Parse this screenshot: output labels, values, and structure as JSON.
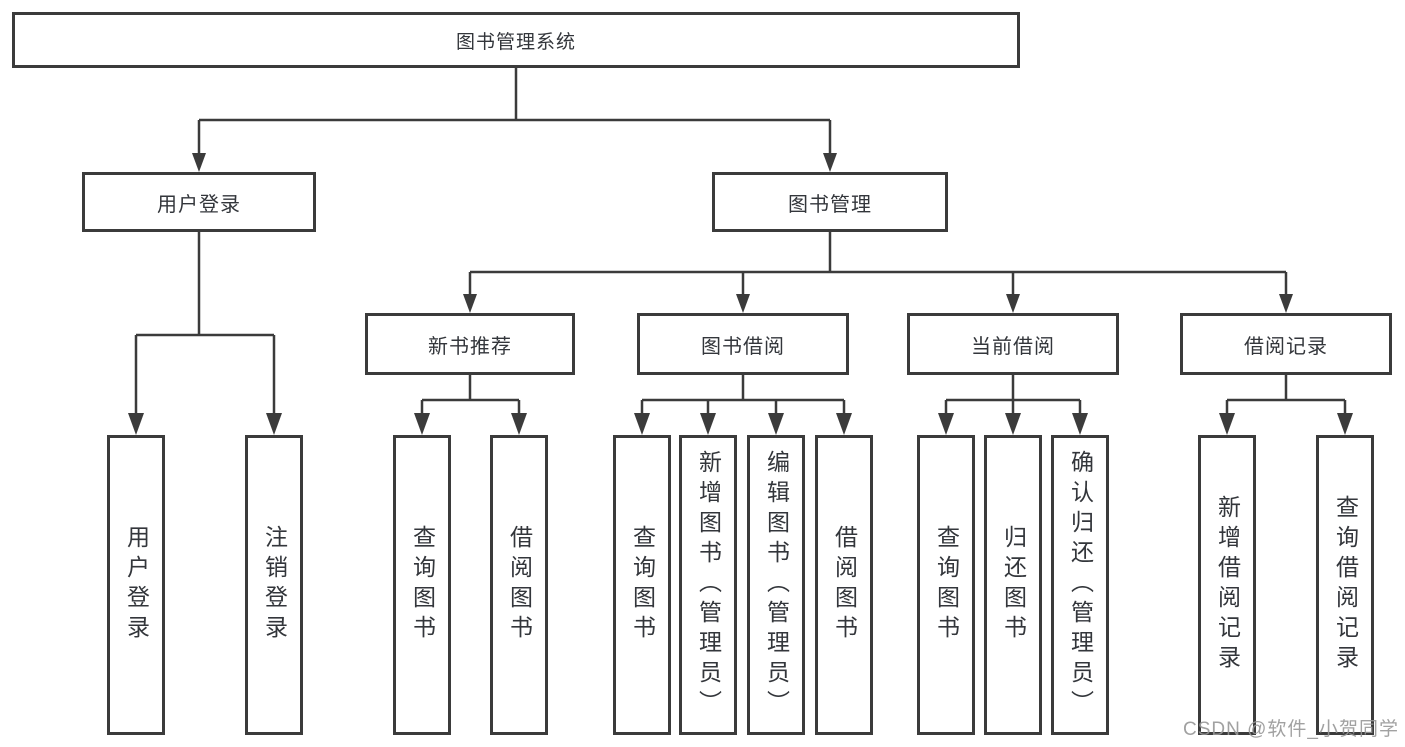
{
  "tree": {
    "root": "图书管理系统",
    "children": [
      {
        "label": "用户登录",
        "children": [
          "用户登录",
          "注销登录"
        ]
      },
      {
        "label": "图书管理",
        "children": [
          {
            "label": "新书推荐",
            "children": [
              "查询图书",
              "借阅图书"
            ]
          },
          {
            "label": "图书借阅",
            "children": [
              "查询图书",
              "新增图书（管理员）",
              "编辑图书（管理员）",
              "借阅图书"
            ]
          },
          {
            "label": "当前借阅",
            "children": [
              "查询图书",
              "归还图书",
              "确认归还（管理员）"
            ]
          },
          {
            "label": "借阅记录",
            "children": [
              "新增借阅记录",
              "查询借阅记录"
            ]
          }
        ]
      }
    ]
  },
  "watermark": {
    "text": "CSDN @软件_小贺同学"
  },
  "colors": {
    "line": "#3b3b3b",
    "text": "#33363b",
    "background": "#ffffff",
    "watermark": "#979797"
  }
}
